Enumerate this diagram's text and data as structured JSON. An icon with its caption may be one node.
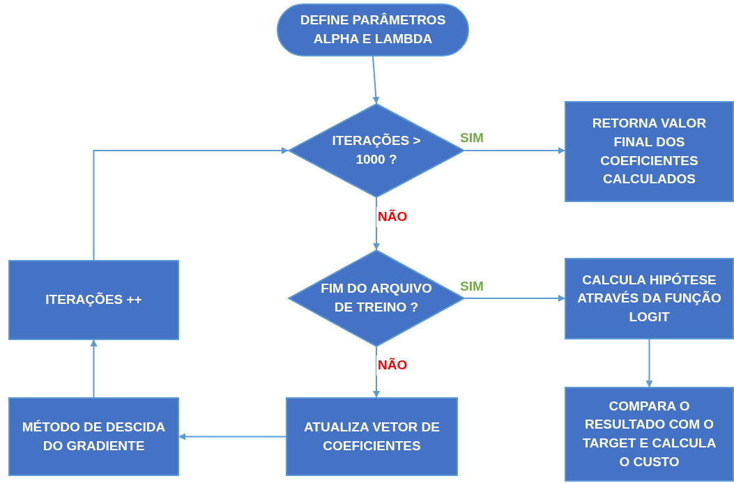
{
  "diagram": {
    "nodes": [
      {
        "text": [
          "DEFINE PARÂMETROS ALPHA E LAMBDA"
        ]
      },
      {
        "text": [
          "ITERAÇÕES > 1000 ?"
        ]
      },
      {
        "text": [
          "RETORNA VALOR FINAL DOS COEFICIENTES CALCULADOS"
        ]
      },
      {
        "text": [
          "FIM DO ARQUIVO DE TREINO ?"
        ]
      },
      {
        "text": [
          "CALCULA HIPÓTESE ATRAVÉS DA FUNÇÃO LOGIT"
        ]
      },
      {
        "text": [
          "COMPARA O RESULTADO COM O TARGET E CALCULA O CUSTO"
        ]
      },
      {
        "text": [
          "ATUALIZA VETOR DE COEFICIENTES"
        ]
      },
      {
        "text": [
          "MÉTODO DE DESCIDA DO GRADIENTE"
        ]
      },
      {
        "text": [
          "ITERAÇÕES ++"
        ]
      }
    ],
    "edges": [
      {
        "from": 0,
        "to": 1,
        "arrow": "to"
      },
      {
        "from": 1,
        "to": 2,
        "arrow": "to",
        "label": "SIM"
      },
      {
        "from": 1,
        "to": 3,
        "arrow": "to",
        "label": "NÃO"
      },
      {
        "from": 3,
        "to": 4,
        "arrow": "to",
        "label": "SIM"
      },
      {
        "from": 4,
        "to": 5,
        "arrow": "to"
      },
      {
        "from": 3,
        "to": 6,
        "arrow": "to",
        "label": "NÃO"
      },
      {
        "from": 6,
        "to": 7,
        "arrow": "to"
      },
      {
        "from": 7,
        "to": 8,
        "arrow": "to"
      },
      {
        "from": 8,
        "to": 1,
        "arrow": "to"
      }
    ]
  }
}
